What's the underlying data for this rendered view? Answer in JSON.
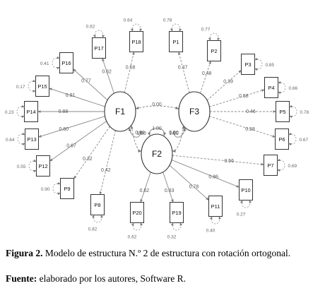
{
  "diagram": {
    "factors": [
      {
        "id": "F1",
        "label": "F1"
      },
      {
        "id": "F2",
        "label": "F2"
      },
      {
        "id": "F3",
        "label": "F3"
      }
    ],
    "items": [
      {
        "id": "P1",
        "label": "P1",
        "factor": "F3",
        "loading": "0.47",
        "error": "0.78"
      },
      {
        "id": "P2",
        "label": "P2",
        "factor": "F3",
        "loading": "0.48",
        "error": "0.77"
      },
      {
        "id": "P3",
        "label": "P3",
        "factor": "F3",
        "loading": "0.39",
        "error": "0.85"
      },
      {
        "id": "P4",
        "label": "P4",
        "factor": "F3",
        "loading": "0.58",
        "error": "0.66"
      },
      {
        "id": "P5",
        "label": "P5",
        "factor": "F3",
        "loading": "0.46",
        "error": "0.78"
      },
      {
        "id": "P6",
        "label": "P6",
        "factor": "F3",
        "loading": "0.58",
        "error": "0.67"
      },
      {
        "id": "P7",
        "label": "P7",
        "factor": "F2",
        "loading": "0.56",
        "error": "0.69"
      },
      {
        "id": "P10",
        "label": "P10",
        "factor": "F2",
        "loading": "0.86",
        "error": "0.27"
      },
      {
        "id": "P11",
        "label": "P11",
        "factor": "F2",
        "loading": "0.78",
        "error": "0.40"
      },
      {
        "id": "P19",
        "label": "P19",
        "factor": "F2",
        "loading": "0.83",
        "error": "0.32"
      },
      {
        "id": "P20",
        "label": "P20",
        "factor": "F2",
        "loading": "0.62",
        "error": "0.62"
      },
      {
        "id": "P8",
        "label": "P8",
        "factor": "F1",
        "loading": "0.42",
        "error": "0.82"
      },
      {
        "id": "P9",
        "label": "P9",
        "factor": "F1",
        "loading": "0.32",
        "error": "0.90"
      },
      {
        "id": "P12",
        "label": "P12",
        "factor": "F1",
        "loading": "0.67",
        "error": "0.55"
      },
      {
        "id": "P13",
        "label": "P13",
        "factor": "F1",
        "loading": "0.60",
        "error": "0.64"
      },
      {
        "id": "P14",
        "label": "P14",
        "factor": "F1",
        "loading": "0.88",
        "error": "0.23"
      },
      {
        "id": "P15",
        "label": "P15",
        "factor": "F1",
        "loading": "0.91",
        "error": "0.17"
      },
      {
        "id": "P16",
        "label": "P16",
        "factor": "F1",
        "loading": "0.77",
        "error": "0.41"
      },
      {
        "id": "P17",
        "label": "P17",
        "factor": "F1",
        "loading": "0.62",
        "error": "0.62"
      },
      {
        "id": "P18",
        "label": "P18",
        "factor": "F1",
        "loading": "0.58",
        "error": "0.64"
      }
    ],
    "covariances": [
      {
        "from": "F1",
        "to": "F3",
        "value": "0.00"
      },
      {
        "from": "F1",
        "to": "F2",
        "value": "0.00"
      },
      {
        "from": "F3",
        "to": "F2",
        "value": "0.00"
      }
    ],
    "factor_variances": [
      "1.00",
      "1.00",
      "1.00"
    ]
  },
  "caption": {
    "figure_label": "Figura 2.",
    "figure_text": " Modelo de estructura N.º 2 de estructura con rotación ortogonal.",
    "source_label": "Fuente:",
    "source_text": " elaborado por los autores, Software R."
  }
}
